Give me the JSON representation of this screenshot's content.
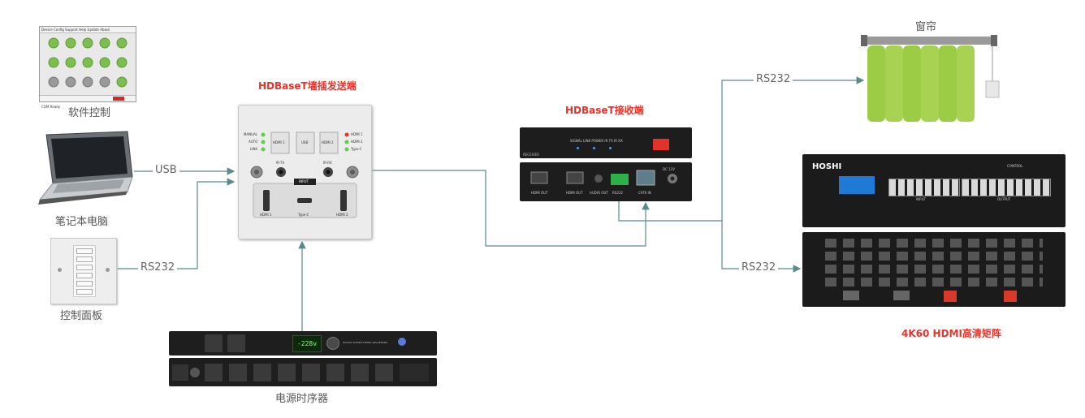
{
  "labels": {
    "software_control": "软件控制",
    "laptop": "笔记本电脑",
    "control_panel": "控制面板",
    "power_sequencer": "电源时序器",
    "curtain": "窗帘",
    "transmitter_title": "HDBaseT墙插发送端",
    "receiver_title": "HDBaseT接收端",
    "matrix_title": "4K60 HDMI高清矩阵"
  },
  "connections": {
    "usb": "USB",
    "rs232_panel": "RS232",
    "rs232_curtain": "RS232",
    "rs232_matrix": "RS232"
  },
  "transmitter": {
    "status_manual": "MANUAL",
    "status_auto": "AUTO",
    "status_link": "LINK",
    "btn_hdmi1": "HDMI 1",
    "btn_usb": "USB",
    "btn_hdmi2": "HDMI 2",
    "led_hdmi1": "HDMI 1",
    "led_hdmi2": "HDMI 2",
    "led_typec": "Type-C",
    "ir_tx": "IR-TX",
    "ir_rx": "IR-RX",
    "input_tag": "INPUT",
    "port_hdmi1": "HDMI 1",
    "port_typec": "Type-C",
    "port_hdmi2": "HDMI 2"
  },
  "receiver": {
    "top_labels": "SIGNAL  LINK  POWER  IR TX  IR RX",
    "front_tag": "RECEIVER",
    "hdmi_out1": "HDMI OUT",
    "hdmi_out2": "HDMI OUT",
    "audio_out": "AUDIO OUT",
    "rs232": "RS232",
    "cat6_in": "CAT6 IN",
    "dc": "DC 12V"
  },
  "matrix": {
    "brand": "HOSHI",
    "input_label": "INPUT",
    "output_label": "OUTPUT",
    "control_label": "CONTROL"
  },
  "sequencer": {
    "display": "-228v",
    "model_text": "DIGITAL POWER TIMING SEQUENCER"
  },
  "software_window": {
    "menu": "Device  Config  Support  Help  Update  About",
    "status": "COM Ready"
  }
}
